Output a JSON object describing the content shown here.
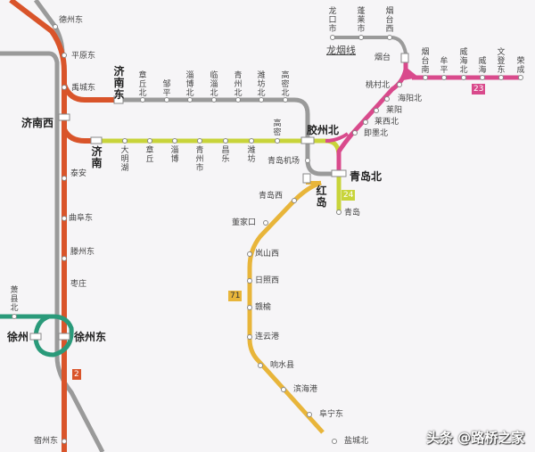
{
  "colors": {
    "beijing_shanghai": "#d9542a",
    "gray_line": "#9a9a9a",
    "jiqing": "#c8d43a",
    "longyan": "#9a9a9a",
    "qingyan_pink": "#d94a8c",
    "coastal": "#e8b53a",
    "xuzhou_ring": "#2a9a7a",
    "background": "#f6f5f7"
  },
  "lines": {
    "longyan_name": "龙烟线",
    "badge_23": "23",
    "badge_24": "24",
    "badge_71": "71",
    "badge_2": "2"
  },
  "hubs": {
    "jinan_xi": "济南西",
    "jinan_dong": "济南东",
    "jinan": "济南",
    "jiaozhou_bei": "胶州北",
    "qingdao_bei": "青岛北",
    "hongdao": "红岛",
    "xuzhou": "徐州",
    "xuzhou_dong": "徐州东"
  },
  "stations": {
    "dezhou_dong": "德州东",
    "pingyuan_dong": "平原东",
    "yucheng_dong": "禹城东",
    "taian": "泰安",
    "qufu_dong": "曲阜东",
    "tengzhou_dong": "滕州东",
    "zaozhuang": "枣庄",
    "xiaoxian_bei": "萧县北",
    "suzhou_dong": "宿州东",
    "zhangqiu_bei": "章丘北",
    "zouping": "邹平",
    "zibo_bei": "淄博北",
    "linzi_bei": "临淄北",
    "qingzhou_bei": "青州北",
    "weifang_bei": "潍坊北",
    "gaomi_bei": "高密北",
    "daminghu": "大明湖",
    "zhangqiu": "章丘",
    "zibo": "淄博",
    "qingzhou_shi": "青州市",
    "changle": "昌乐",
    "weifang": "潍坊",
    "gaomi": "高密",
    "qingdao_jichang": "青岛机场",
    "qingdao": "青岛",
    "longkou_shi": "龙口市",
    "penglai_shi": "蓬莱市",
    "yantai_xi": "烟台西",
    "yantai": "烟台",
    "yantai_nan": "烟台南",
    "muping": "牟平",
    "weihai_bei": "威海北",
    "weihai": "威海",
    "wendeng_dong": "文登东",
    "rongcheng": "荣成",
    "taocun_bei": "桃村北",
    "haiyang_bei": "海阳北",
    "laiyang": "莱阳",
    "laixi_bei": "莱西北",
    "jimo_bei": "即墨北",
    "qingdao_xi": "青岛西",
    "dongjiakou": "董家口",
    "lanshan_xi": "岚山西",
    "rizhao_xi": "日照西",
    "ganyu": "赣榆",
    "lianyungang": "连云港",
    "xiangshui_xian": "响水县",
    "binhaigang": "滨海港",
    "funing_dong": "阜宁东",
    "yancheng_bei": "盐城北"
  },
  "watermark": {
    "text": "头条 @路桥之家"
  }
}
